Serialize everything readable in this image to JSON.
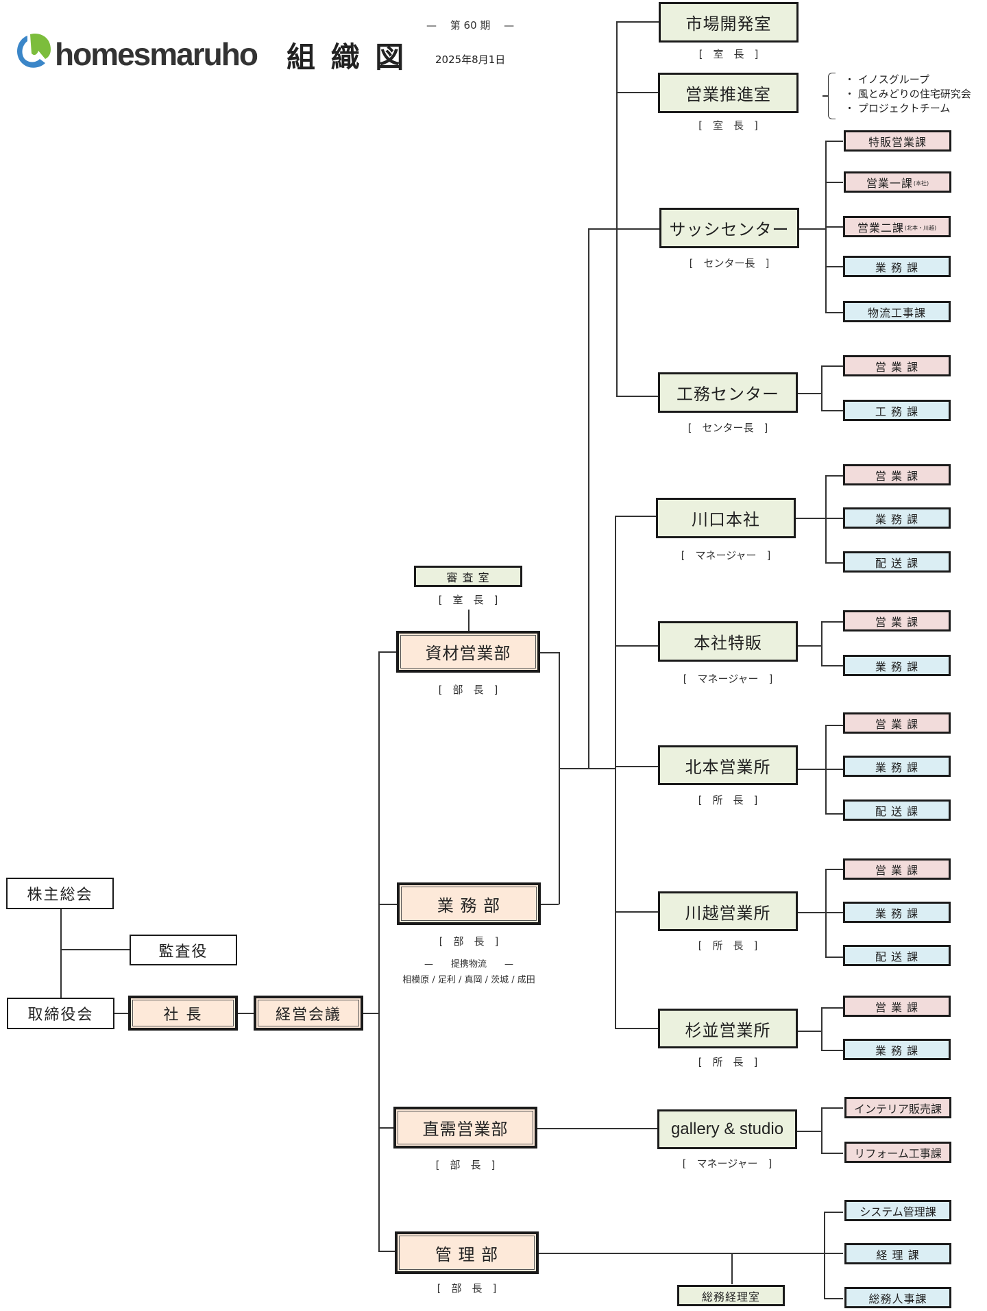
{
  "header": {
    "brand": "homesmaruho",
    "title": "組 織 図",
    "term": "—　 第 60 期 　—",
    "date": "2025年8月1日",
    "logo_colors": {
      "blue": "#3b86c8",
      "green": "#7cbd3c",
      "text": "#333333"
    }
  },
  "colors": {
    "division": "#ebf1de",
    "sales_section": "#f2dcdb",
    "admin_section": "#dbeef4",
    "department": "#fde9d9",
    "border": "#1a1a1a"
  },
  "governance": {
    "shareholders": "株主総会",
    "auditor": "監査役",
    "board": "取締役会",
    "president": "社 長",
    "management_meeting": "経営会議"
  },
  "departments": {
    "shizai": {
      "name": "資材営業部",
      "role": "[　部　長　]"
    },
    "gyomu": {
      "name": "業 務 部",
      "role": "[　部　長　]",
      "note_title": "—　　提携物流　　—",
      "note_body": "相模原 / 足利 / 真岡 / 茨城 / 成田"
    },
    "chokuju": {
      "name": "直需営業部",
      "role": "[　部　長　]"
    },
    "kanri": {
      "name": "管 理 部",
      "role": "[　部　長　]"
    },
    "shinsa": {
      "name": "審 査 室",
      "role": "[　室　長　]"
    }
  },
  "divisions": {
    "market": {
      "name": "市場開発室",
      "role": "[　室　長　]"
    },
    "promo": {
      "name": "営業推進室",
      "role": "[　室　長　]",
      "groups": [
        "・ イノスグループ",
        "・ 風とみどりの住宅研究会",
        "・ プロジェクトチーム"
      ]
    },
    "sash": {
      "name": "サッシセンター",
      "role": "[　センター長　]"
    },
    "koumu": {
      "name": "工務センター",
      "role": "[　センター長　]"
    },
    "kawaguchi": {
      "name": "川口本社",
      "role": "[　マネージャー　]"
    },
    "honsha": {
      "name": "本社特販",
      "role": "[　マネージャー　]"
    },
    "kitamoto": {
      "name": "北本営業所",
      "role": "[　所　長　]"
    },
    "kawagoe": {
      "name": "川越営業所",
      "role": "[　所　長　]"
    },
    "suginami": {
      "name": "杉並営業所",
      "role": "[　所　長　]"
    },
    "gallery": {
      "name": "gallery & studio",
      "role": "[　マネージャー　]"
    },
    "somu": {
      "name": "総務経理室"
    }
  },
  "sections": {
    "sash": [
      {
        "name": "特販営業課",
        "sub": ""
      },
      {
        "name": "営業一課",
        "sub": "(本社)"
      },
      {
        "name": "営業二課",
        "sub": "(北本・川越)"
      },
      {
        "name": "業 務 課",
        "sub": ""
      },
      {
        "name": "物流工事課",
        "sub": ""
      }
    ],
    "koumu": [
      "営 業 課",
      "工 務 課"
    ],
    "kawaguchi": [
      "営 業 課",
      "業 務 課",
      "配 送 課"
    ],
    "honsha": [
      "営 業 課",
      "業 務 課"
    ],
    "kitamoto": [
      "営 業 課",
      "業 務 課",
      "配 送 課"
    ],
    "kawagoe": [
      "営 業 課",
      "業 務 課",
      "配 送 課"
    ],
    "suginami": [
      "営 業 課",
      "業 務 課"
    ],
    "gallery": [
      "インテリア販売課",
      "リフォーム工事課"
    ],
    "kanri": [
      "システム管理課",
      "経 理 課",
      "総務人事課"
    ]
  }
}
